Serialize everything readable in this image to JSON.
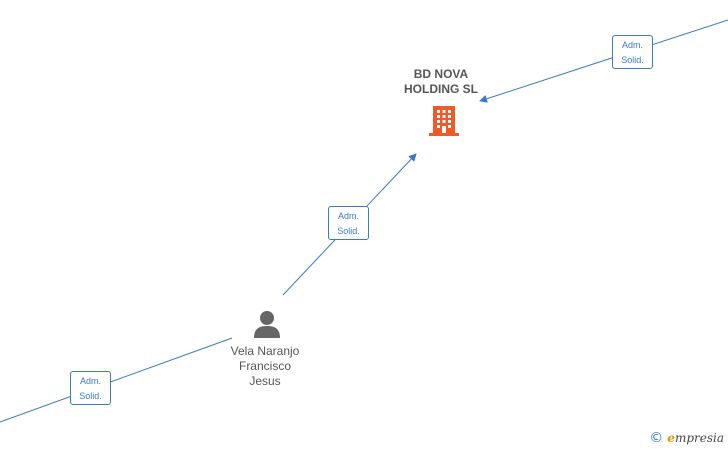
{
  "company": {
    "name_line1": "BD NOVA",
    "name_line2": "HOLDING  SL",
    "icon": "building-icon",
    "color": "#f05a28"
  },
  "person": {
    "name_line1": "Vela Naranjo",
    "name_line2": "Francisco",
    "name_line3": "Jesus",
    "icon": "person-icon",
    "color": "#666666"
  },
  "edges": [
    {
      "line1": "Adm.",
      "line2": "Solid."
    },
    {
      "line1": "Adm.",
      "line2": "Solid."
    },
    {
      "line1": "Adm.",
      "line2": "Solid."
    }
  ],
  "edge_color": "#3a78c9",
  "footer": {
    "copyright_symbol": "©",
    "brand_initial": "e",
    "brand_rest": "mpresia"
  }
}
